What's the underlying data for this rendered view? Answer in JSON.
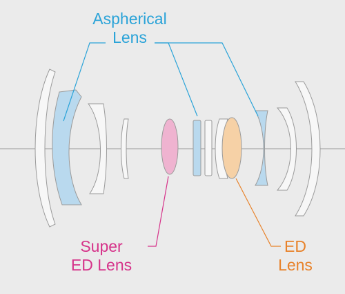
{
  "labels": {
    "aspherical": {
      "line1": "Aspherical",
      "line2": "Lens"
    },
    "super_ed": {
      "line1": "Super",
      "line2": "ED Lens"
    },
    "ed": {
      "line1": "ED",
      "line2": "Lens"
    }
  },
  "colors": {
    "background": "#ebebeb",
    "element_fill": "#f7f7f7",
    "element_stroke": "#9a9a9a",
    "aspherical": "#2aa3d8",
    "aspherical_fill": "#b9d9ee",
    "super_ed": "#d6338a",
    "super_ed_fill": "#efb3d0",
    "ed": "#e8822a",
    "ed_fill": "#f6d1a6",
    "axis": "#9a9a9a"
  }
}
